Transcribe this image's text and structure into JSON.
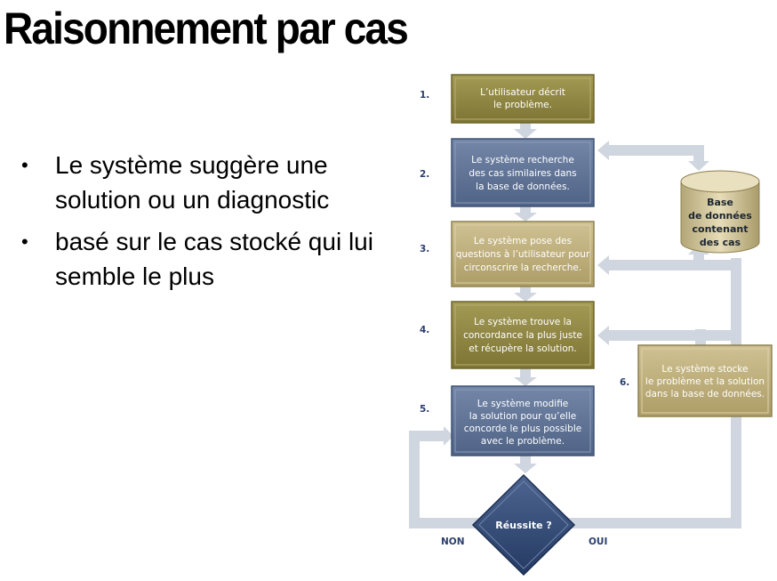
{
  "slide": {
    "title": "Raisonnement par cas",
    "bullets": [
      "Le système suggère une solution ou un diagnostic",
      "basé sur le cas stocké qui lui semble le plus"
    ]
  },
  "flowchart": {
    "steps": [
      {
        "number": "1.",
        "lines": [
          "L’utilisateur décrit",
          "le problème."
        ]
      },
      {
        "number": "2.",
        "lines": [
          "Le système recherche",
          "des cas similaires dans",
          "la base de données."
        ]
      },
      {
        "number": "3.",
        "lines": [
          "Le système pose des",
          "questions à l’utilisateur pour",
          "circonscrire la recherche."
        ]
      },
      {
        "number": "4.",
        "lines": [
          "Le système trouve la",
          "concordance la plus juste",
          "et récupère la solution."
        ]
      },
      {
        "number": "5.",
        "lines": [
          "Le système modifie",
          "la solution pour qu’elle",
          "concorde le plus possible",
          "avec le problème."
        ]
      },
      {
        "number": "6.",
        "lines": [
          "Le système stocke",
          "le problème et la solution",
          "dans la base de données."
        ]
      }
    ],
    "database": {
      "lines": [
        "Base",
        "de données",
        "contenant",
        "des cas"
      ]
    },
    "decision": {
      "label": "Réussite ?",
      "no_label": "NON",
      "yes_label": "OUI"
    },
    "colors": {
      "olive": "#8f8540",
      "blue": "#5f7396",
      "tan": "#c2b27f",
      "connector": "#cfd6e0"
    }
  }
}
